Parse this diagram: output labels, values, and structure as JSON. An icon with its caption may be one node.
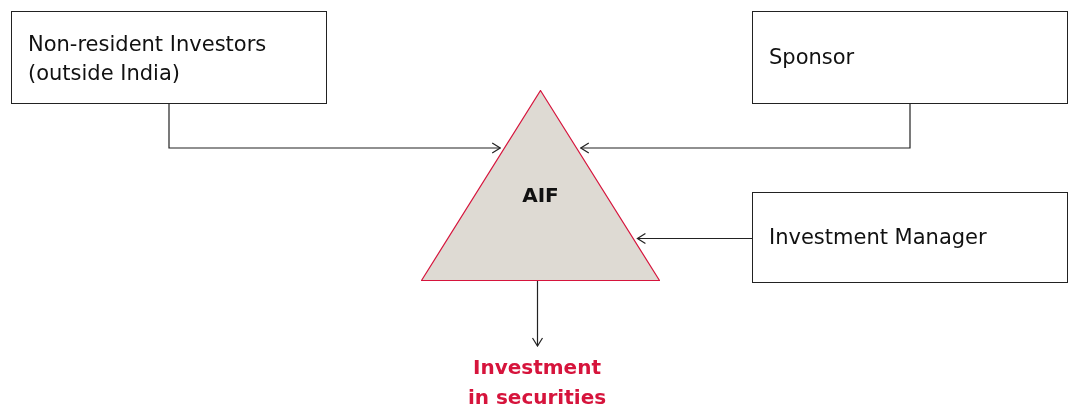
{
  "diagram": {
    "nodes": [
      {
        "text": [
          "Non-resident Investors (outside India)"
        ]
      },
      {
        "text": [
          "Sponsor"
        ]
      },
      {
        "text": [
          "AIF"
        ]
      },
      {
        "text": [
          "Investment Manager"
        ]
      },
      {
        "text": [
          "Investment in securities"
        ]
      }
    ],
    "edges": [
      {
        "from": 0,
        "to": 2,
        "arrow": "to"
      },
      {
        "from": 1,
        "to": 2,
        "arrow": "to"
      },
      {
        "from": 3,
        "to": 2,
        "arrow": "to"
      },
      {
        "from": 2,
        "to": 4,
        "arrow": "to"
      }
    ]
  }
}
